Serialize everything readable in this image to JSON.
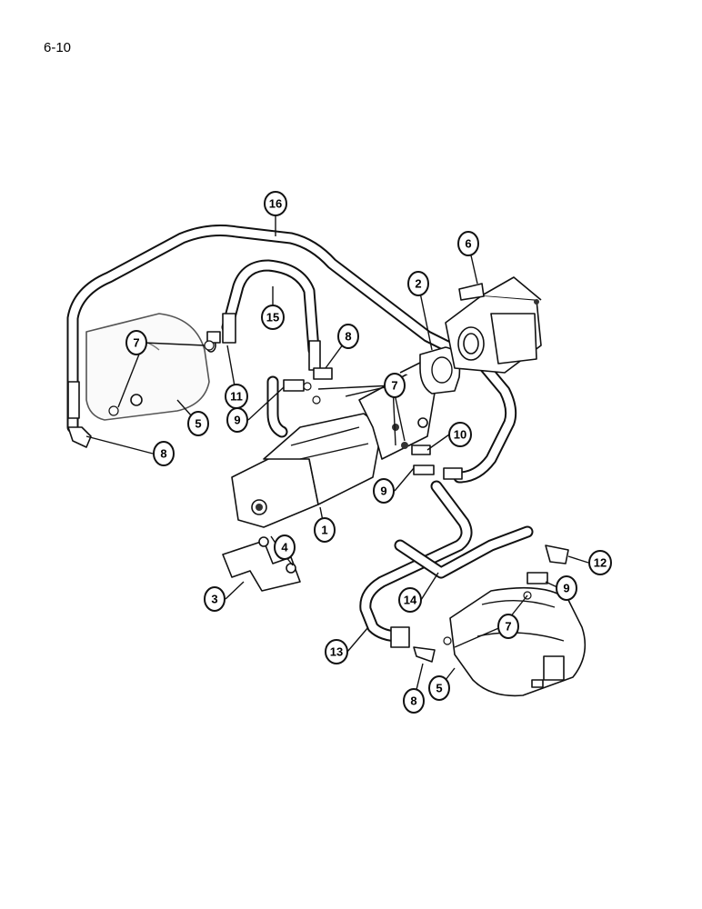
{
  "page": {
    "number": "6-10"
  },
  "diagram": {
    "callouts": [
      {
        "id": "c1",
        "label": "1"
      },
      {
        "id": "c2",
        "label": "2"
      },
      {
        "id": "c3",
        "label": "3"
      },
      {
        "id": "c4",
        "label": "4"
      },
      {
        "id": "c5a",
        "label": "5"
      },
      {
        "id": "c5b",
        "label": "5"
      },
      {
        "id": "c6",
        "label": "6"
      },
      {
        "id": "c7a",
        "label": "7"
      },
      {
        "id": "c7b",
        "label": "7"
      },
      {
        "id": "c7c",
        "label": "7"
      },
      {
        "id": "c8a",
        "label": "8"
      },
      {
        "id": "c8b",
        "label": "8"
      },
      {
        "id": "c8c",
        "label": "8"
      },
      {
        "id": "c9a",
        "label": "9"
      },
      {
        "id": "c9b",
        "label": "9"
      },
      {
        "id": "c9c",
        "label": "9"
      },
      {
        "id": "c10",
        "label": "10"
      },
      {
        "id": "c11",
        "label": "11"
      },
      {
        "id": "c12",
        "label": "12"
      },
      {
        "id": "c13",
        "label": "13"
      },
      {
        "id": "c14",
        "label": "14"
      },
      {
        "id": "c15",
        "label": "15"
      },
      {
        "id": "c16",
        "label": "16"
      }
    ]
  }
}
